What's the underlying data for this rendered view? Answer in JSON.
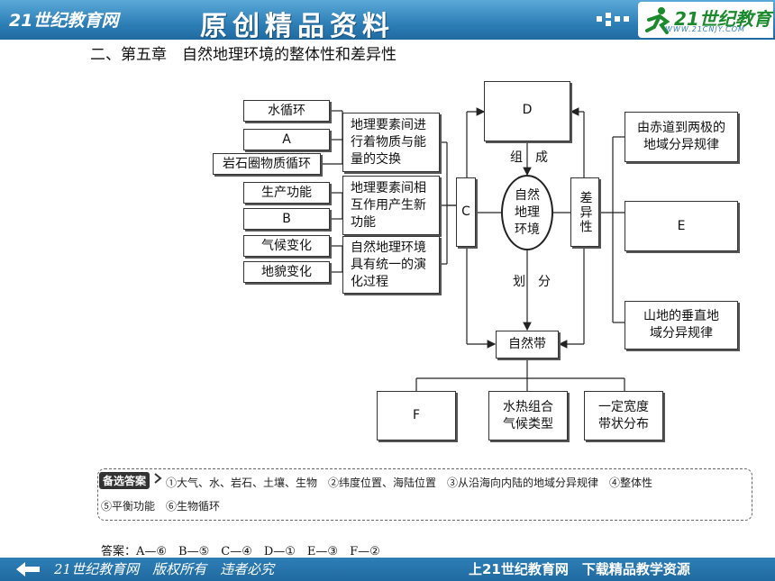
{
  "header": {
    "brand": "21世纪教育网",
    "banner": "原创精品资料",
    "logo_text": "21世纪教育",
    "logo_url": "WWW.21CNJY.COM"
  },
  "heading": "二、第五章　自然地理环境的整体性和差异性",
  "diagram": {
    "cycles": [
      "水循环",
      "A",
      "岩石圈物质循环"
    ],
    "functions": [
      "生产功能",
      "B"
    ],
    "changes": [
      "气候变化",
      "地貌变化"
    ],
    "desc1": "地理要素间进行着物质与能量的交换",
    "desc2": "地理要素间相互作用产生新功能",
    "desc3": "自然地理环境具有统一的演化过程",
    "c": "C",
    "d": "D",
    "compose": "组　成",
    "center": "自然地理环境",
    "divide": "划　分",
    "diff": "差异性",
    "e": "E",
    "law1": "由赤道到两极的地域分异规律",
    "law3": "山地的垂直地域分异规律",
    "zone": "自然带",
    "f": "F",
    "zone_sub1": "水热组合气候类型",
    "zone_sub2": "一定宽度带状分布"
  },
  "answers": {
    "tag": "备选答案",
    "line1": "①大气、水、岩石、土壤、生物　②纬度位置、海陆位置　③从沿海向内陆的地域分异规律　④整体性",
    "line2": "⑤平衡功能　⑥生物循环",
    "final": "答案：A—⑥　B—⑤　C—④　D—①　E—③　F—②"
  },
  "footer": {
    "left": "21世纪教育网　版权所有　违者必究",
    "right": "上21世纪教育网　下载精品教学资源"
  }
}
